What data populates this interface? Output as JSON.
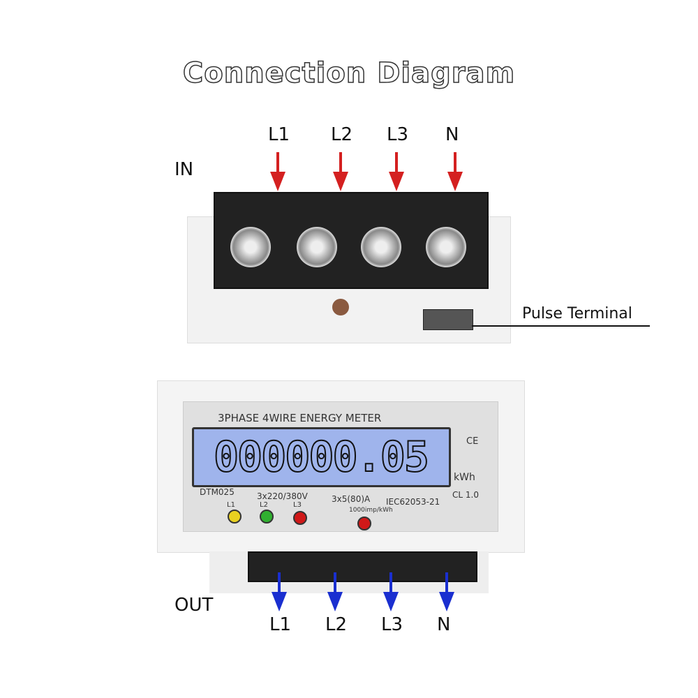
{
  "title": "Connection Diagram",
  "in_label": "IN",
  "out_label": "OUT",
  "in_terminals": [
    "L1",
    "L2",
    "L3",
    "N"
  ],
  "out_terminals": [
    "L1",
    "L2",
    "L3",
    "N"
  ],
  "pulse_label": "Pulse Terminal",
  "meter": {
    "header": "3PHASE 4WIRE ENERGY METER",
    "reading": "000000.05",
    "unit": "kWh",
    "model": "DTM025",
    "voltage": "3x220/380V",
    "current": "3x5(80)A",
    "standard": "IEC62053-21",
    "class": "CL 1.0",
    "led_labels": [
      "L1",
      "L2",
      "L3"
    ],
    "pulse_rate": "1000imp/kWh",
    "ce_mark": "CE"
  },
  "colors": {
    "in_arrow": "#d42020",
    "out_arrow": "#1a2fd0",
    "lcd": "#9fb4ec",
    "led_l1": "#e8d020",
    "led_l2": "#30b030",
    "led_l3": "#d01818",
    "led_pulse": "#d01818"
  }
}
